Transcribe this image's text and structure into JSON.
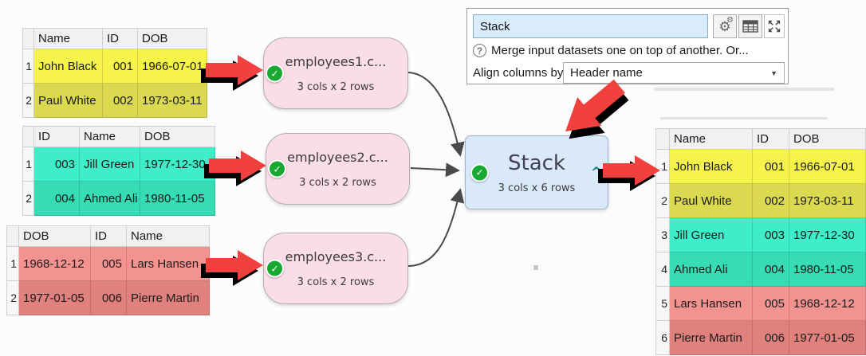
{
  "panel": {
    "transform_name": "Stack",
    "help_text": "Merge input datasets one on top of another. Or...",
    "align_label": "Align columns by:",
    "align_value": "Header name"
  },
  "nodes": {
    "input1": {
      "title": "employees1.c...",
      "subtitle": "3 cols x 2 rows"
    },
    "input2": {
      "title": "employees2.c...",
      "subtitle": "3 cols x 2 rows"
    },
    "input3": {
      "title": "employees3.c...",
      "subtitle": "3 cols x 2 rows"
    },
    "stack": {
      "title": "Stack",
      "subtitle": "3 cols x 6 rows"
    }
  },
  "icons": {
    "check": "✓",
    "caret": "^",
    "gear": "⚙",
    "question": "?",
    "dropdown": "▼"
  },
  "tables": {
    "input1": {
      "headers": [
        "Name",
        "ID",
        "DOB"
      ],
      "rows": [
        [
          "1",
          "John Black",
          "001",
          "1966-07-01"
        ],
        [
          "2",
          "Paul White",
          "002",
          "1973-03-11"
        ]
      ]
    },
    "input2": {
      "headers": [
        "ID",
        "Name",
        "DOB"
      ],
      "rows": [
        [
          "1",
          "003",
          "Jill Green",
          "1977-12-30"
        ],
        [
          "2",
          "004",
          "Ahmed Ali",
          "1980-11-05"
        ]
      ]
    },
    "input3": {
      "headers": [
        "DOB",
        "ID",
        "Name"
      ],
      "rows": [
        [
          "1",
          "1968-12-12",
          "005",
          "Lars Hansen"
        ],
        [
          "2",
          "1977-01-05",
          "006",
          "Pierre Martin"
        ]
      ]
    },
    "output": {
      "headers": [
        "Name",
        "ID",
        "DOB"
      ],
      "rows": [
        [
          "1",
          "John Black",
          "001",
          "1966-07-01"
        ],
        [
          "2",
          "Paul White",
          "002",
          "1973-03-11"
        ],
        [
          "3",
          "Jill Green",
          "003",
          "1977-12-30"
        ],
        [
          "4",
          "Ahmed Ali",
          "004",
          "1980-11-05"
        ],
        [
          "5",
          "Lars Hansen",
          "005",
          "1968-12-12"
        ],
        [
          "6",
          "Pierre Martin",
          "006",
          "1977-01-05"
        ]
      ]
    }
  },
  "colors": {
    "yellow_odd": "#f6f44a",
    "yellow_even": "#dbd94f",
    "teal_odd": "#3eeec9",
    "teal_even": "#35dcb4",
    "red_odd": "#f29390",
    "red_even": "#e0817d",
    "node_pink": "#fadde8",
    "stack_blue": "#d9e9fa",
    "check_green": "#19a933",
    "annotation_red": "#f0413e",
    "connector_gray": "#4a4a4a",
    "name_input_blue": "#d9ecfc"
  }
}
